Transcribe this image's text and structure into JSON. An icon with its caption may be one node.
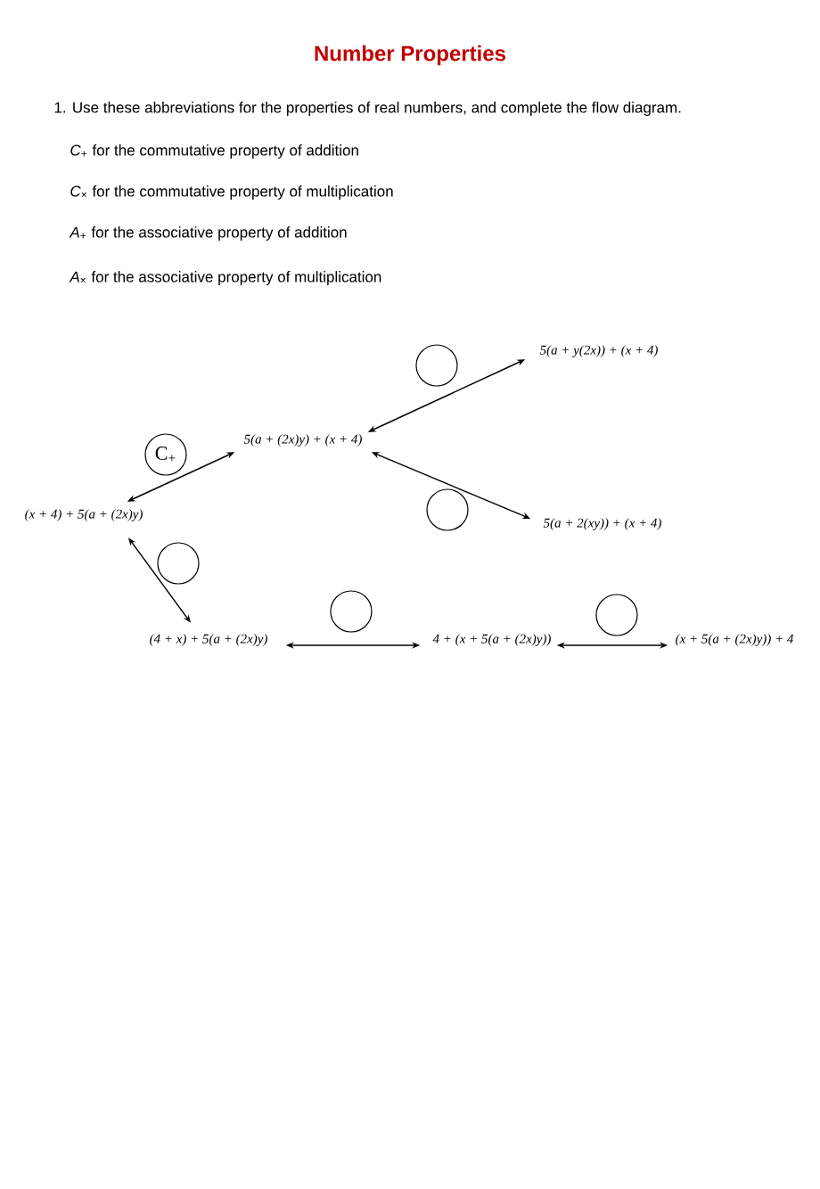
{
  "diagram": {
    "title": "Number Properties",
    "nodes": [
      {
        "text": [],
        "shape": "circle"
      },
      {
        "text": [
          "5(a + y(2x)) + (x + 4)"
        ]
      },
      {
        "text": [
          "C$_{+}$"
        ]
      },
      {
        "text": [
          "5(a + (2x)y) + (x + 4)"
        ]
      },
      {
        "text": [],
        "shape": "circle"
      },
      {
        "text": [
          "5(a + 2(xy)) + (x + 4)"
        ]
      },
      {
        "text": [
          "(x + 4) + 5(a + (2x)y)"
        ]
      },
      {
        "text": [],
        "shape": "circle"
      },
      {
        "text": [],
        "shape": "circle"
      },
      {
        "text": [],
        "shape": "circle"
      },
      {
        "text": [
          "(4 + x) + 5(a + (2x)y)"
        ]
      },
      {
        "text": [
          "4 + (x + 5(a + (2x)y))"
        ]
      },
      {
        "text": [
          "(x + 5(a + (2x)y)) + 4"
        ]
      }
    ],
    "edges": [
      {
        "from": 6,
        "to": 3,
        "arrow": "both"
      },
      {
        "from": 3,
        "to": 1,
        "arrow": "both"
      },
      {
        "from": 3,
        "to": 5,
        "arrow": "both"
      },
      {
        "from": 6,
        "to": 10,
        "arrow": "both"
      },
      {
        "from": 10,
        "to": 11,
        "arrow": "both"
      },
      {
        "from": 11,
        "to": 12,
        "arrow": "both"
      }
    ],
    "labels": [
      "1. Use these abbreviations for the properties of real numbers, and complete the flow diagram.",
      "*C*$_{+}$ for the commutative property of addition",
      "*C*$_{×}$ for the commutative property of multiplication",
      "*A*$_{+}$ for the associative property of addition",
      "*A*$_{×}$ for the associative property of multiplication"
    ]
  }
}
